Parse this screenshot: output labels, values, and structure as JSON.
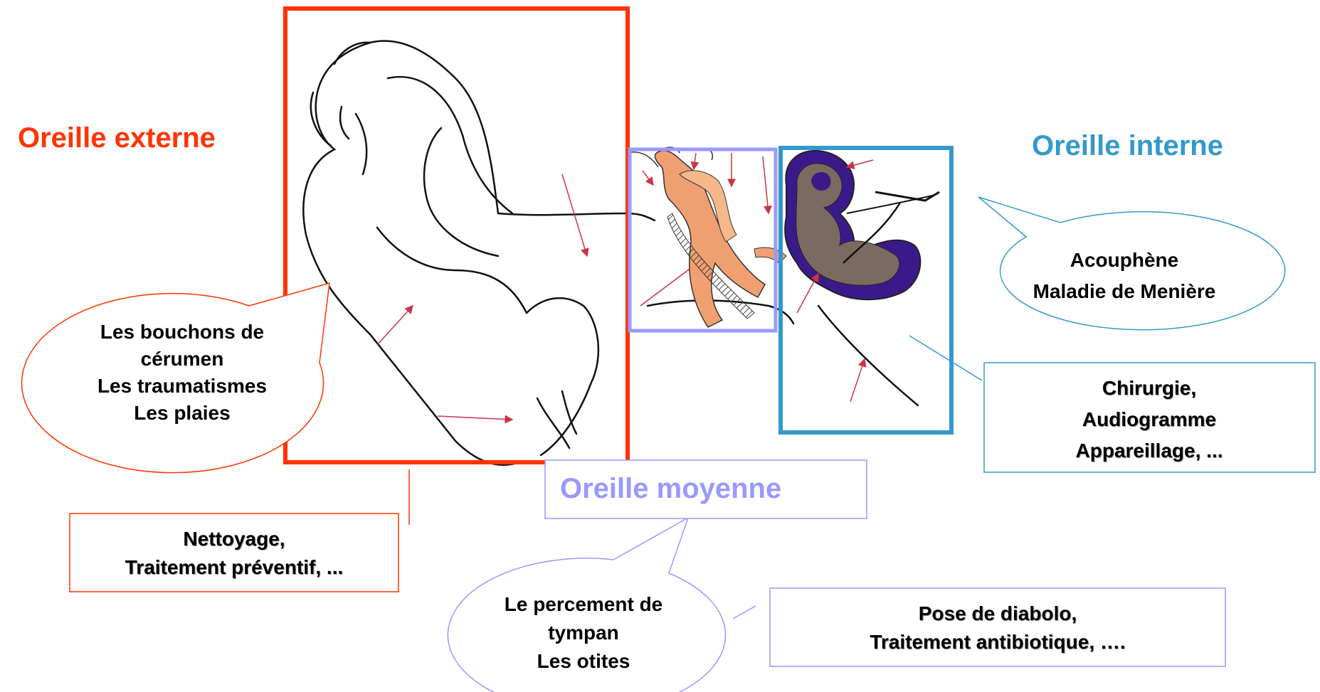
{
  "colors": {
    "externe": "#ff3300",
    "moyenne": "#9999ff",
    "interne": "#3399cc",
    "skin": "#f0a070",
    "cochlea_outer": "#3a1a8a",
    "cochlea_inner": "#7a6a60"
  },
  "regions": {
    "externe": {
      "title": "Oreille externe",
      "bubble": [
        "Les bouchons de",
        "cérumen",
        "Les traumatismes",
        "Les plaies"
      ],
      "box": [
        "Nettoyage,",
        "Traitement préventif, ..."
      ]
    },
    "moyenne": {
      "title": "Oreille moyenne",
      "bubble": [
        "Le percement de",
        "tympan",
        "Les otites"
      ],
      "box": [
        "Pose de diabolo,",
        "Traitement antibiotique, …."
      ]
    },
    "interne": {
      "title": "Oreille interne",
      "bubble": [
        "Acouphène",
        "Maladie de Menière"
      ],
      "box": [
        "Chirurgie,",
        "Audiogramme",
        "Appareillage, ..."
      ]
    }
  }
}
